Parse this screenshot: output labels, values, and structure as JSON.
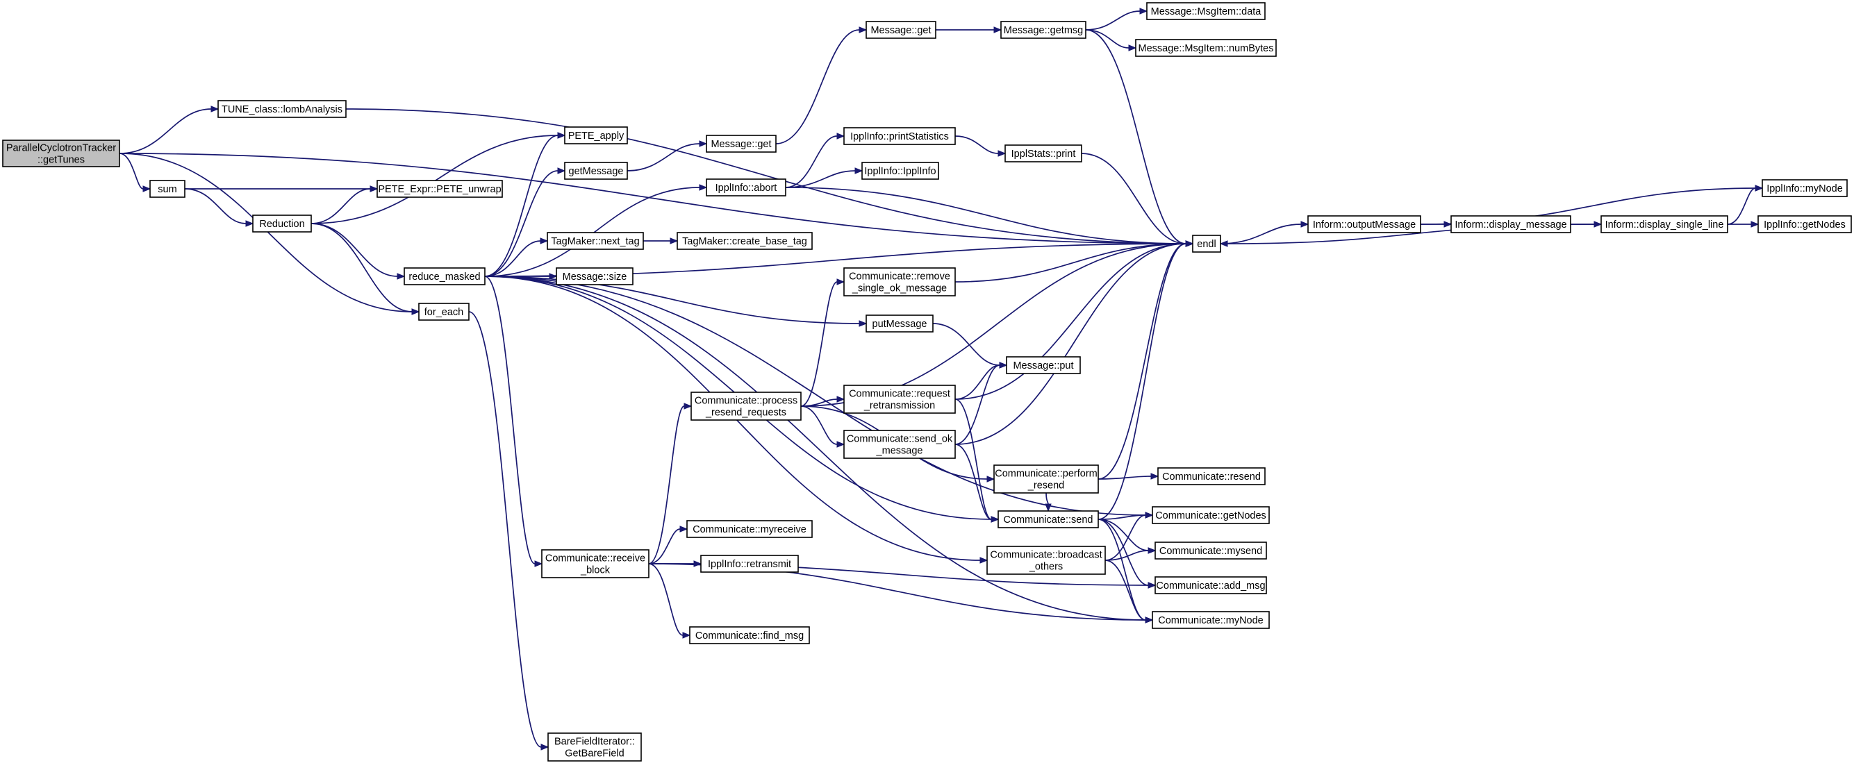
{
  "graph": {
    "colors": {
      "edge": "#191970",
      "node_border": "#000000",
      "root_fill": "#bfbfbf",
      "node_fill": "#ffffff"
    },
    "nodes": [
      {
        "id": "root",
        "lines": [
          "ParallelCyclotronTracker",
          "::getTunes"
        ],
        "root": true
      },
      {
        "id": "tune",
        "lines": [
          "TUNE_class::lombAnalysis"
        ]
      },
      {
        "id": "sum",
        "lines": [
          "sum"
        ]
      },
      {
        "id": "reduction",
        "lines": [
          "Reduction"
        ]
      },
      {
        "id": "foreach",
        "lines": [
          "for_each"
        ]
      },
      {
        "id": "reduce",
        "lines": [
          "reduce_masked"
        ]
      },
      {
        "id": "peteapply",
        "lines": [
          "PETE_apply"
        ]
      },
      {
        "id": "unwrap",
        "lines": [
          "PETE_Expr::PETE_unwrap"
        ]
      },
      {
        "id": "getmessage",
        "lines": [
          "getMessage"
        ]
      },
      {
        "id": "nexttag",
        "lines": [
          "TagMaker::next_tag"
        ]
      },
      {
        "id": "msgsize",
        "lines": [
          "Message::size"
        ]
      },
      {
        "id": "recvblock",
        "lines": [
          "Communicate::receive",
          "_block"
        ]
      },
      {
        "id": "bare",
        "lines": [
          "BareFieldIterator::",
          "GetBareField"
        ]
      },
      {
        "id": "msgget2",
        "lines": [
          "Message::get"
        ]
      },
      {
        "id": "msgget1",
        "lines": [
          "Message::get"
        ]
      },
      {
        "id": "getmsg",
        "lines": [
          "Message::getmsg"
        ]
      },
      {
        "id": "data",
        "lines": [
          "Message::MsgItem::data"
        ]
      },
      {
        "id": "numbytes",
        "lines": [
          "Message::MsgItem::numBytes"
        ]
      },
      {
        "id": "abort",
        "lines": [
          "IpplInfo::abort"
        ]
      },
      {
        "id": "printstats",
        "lines": [
          "IpplInfo::printStatistics"
        ]
      },
      {
        "id": "ipplinfo",
        "lines": [
          "IpplInfo::IpplInfo"
        ]
      },
      {
        "id": "statsprint",
        "lines": [
          "IpplStats::print"
        ]
      },
      {
        "id": "createtag",
        "lines": [
          "TagMaker::create_base_tag"
        ]
      },
      {
        "id": "removeok",
        "lines": [
          "Communicate::remove",
          "_single_ok_message"
        ]
      },
      {
        "id": "putmessage",
        "lines": [
          "putMessage"
        ]
      },
      {
        "id": "msgput",
        "lines": [
          "Message::put"
        ]
      },
      {
        "id": "procresend",
        "lines": [
          "Communicate::process",
          "_resend_requests"
        ]
      },
      {
        "id": "reqretrans",
        "lines": [
          "Communicate::request",
          "_retransmission"
        ]
      },
      {
        "id": "sendok",
        "lines": [
          "Communicate::send_ok",
          "_message"
        ]
      },
      {
        "id": "perfresend",
        "lines": [
          "Communicate::perform",
          "_resend"
        ]
      },
      {
        "id": "send",
        "lines": [
          "Communicate::send"
        ]
      },
      {
        "id": "bcast",
        "lines": [
          "Communicate::broadcast",
          "_others"
        ]
      },
      {
        "id": "myreceive",
        "lines": [
          "Communicate::myreceive"
        ]
      },
      {
        "id": "retransmit",
        "lines": [
          "IpplInfo::retransmit"
        ]
      },
      {
        "id": "findmsg",
        "lines": [
          "Communicate::find_msg"
        ]
      },
      {
        "id": "resend",
        "lines": [
          "Communicate::resend"
        ]
      },
      {
        "id": "cgetnodes",
        "lines": [
          "Communicate::getNodes"
        ]
      },
      {
        "id": "mysend",
        "lines": [
          "Communicate::mysend"
        ]
      },
      {
        "id": "addmsg",
        "lines": [
          "Communicate::add_msg"
        ]
      },
      {
        "id": "cmynode",
        "lines": [
          "Communicate::myNode"
        ]
      },
      {
        "id": "endl",
        "lines": [
          "endl"
        ]
      },
      {
        "id": "outmsg",
        "lines": [
          "Inform::outputMessage"
        ]
      },
      {
        "id": "dispmsg",
        "lines": [
          "Inform::display_message"
        ]
      },
      {
        "id": "displine",
        "lines": [
          "Inform::display_single_line"
        ]
      },
      {
        "id": "imynode",
        "lines": [
          "IpplInfo::myNode"
        ]
      },
      {
        "id": "igetnodes",
        "lines": [
          "IpplInfo::getNodes"
        ]
      }
    ],
    "edges": [
      [
        "root",
        "tune"
      ],
      [
        "root",
        "sum"
      ],
      [
        "root",
        "foreach"
      ],
      [
        "root",
        "endl"
      ],
      [
        "tune",
        "endl"
      ],
      [
        "sum",
        "unwrap"
      ],
      [
        "sum",
        "reduction"
      ],
      [
        "reduction",
        "unwrap"
      ],
      [
        "reduction",
        "peteapply"
      ],
      [
        "reduction",
        "reduce"
      ],
      [
        "reduction",
        "foreach"
      ],
      [
        "reduce",
        "peteapply"
      ],
      [
        "reduce",
        "getmessage"
      ],
      [
        "reduce",
        "abort"
      ],
      [
        "reduce",
        "nexttag"
      ],
      [
        "reduce",
        "msgsize"
      ],
      [
        "reduce",
        "endl"
      ],
      [
        "reduce",
        "putmessage"
      ],
      [
        "reduce",
        "send"
      ],
      [
        "reduce",
        "bcast"
      ],
      [
        "reduce",
        "recvblock"
      ],
      [
        "reduce",
        "cmynode"
      ],
      [
        "reduce",
        "cgetnodes"
      ],
      [
        "foreach",
        "bare"
      ],
      [
        "getmessage",
        "msgget2"
      ],
      [
        "msgget2",
        "msgget1"
      ],
      [
        "msgget1",
        "getmsg"
      ],
      [
        "getmsg",
        "data"
      ],
      [
        "getmsg",
        "numbytes"
      ],
      [
        "getmsg",
        "endl"
      ],
      [
        "abort",
        "printstats"
      ],
      [
        "abort",
        "ipplinfo"
      ],
      [
        "abort",
        "endl"
      ],
      [
        "printstats",
        "statsprint"
      ],
      [
        "statsprint",
        "endl"
      ],
      [
        "nexttag",
        "createtag"
      ],
      [
        "removeok",
        "endl"
      ],
      [
        "putmessage",
        "msgput"
      ],
      [
        "procresend",
        "removeok"
      ],
      [
        "procresend",
        "endl"
      ],
      [
        "procresend",
        "reqretrans"
      ],
      [
        "procresend",
        "sendok"
      ],
      [
        "procresend",
        "perfresend"
      ],
      [
        "reqretrans",
        "msgput"
      ],
      [
        "reqretrans",
        "endl"
      ],
      [
        "reqretrans",
        "send"
      ],
      [
        "sendok",
        "msgput"
      ],
      [
        "sendok",
        "endl"
      ],
      [
        "sendok",
        "send"
      ],
      [
        "perfresend",
        "endl"
      ],
      [
        "perfresend",
        "resend"
      ],
      [
        "perfresend",
        "send"
      ],
      [
        "send",
        "endl"
      ],
      [
        "send",
        "cgetnodes"
      ],
      [
        "send",
        "mysend"
      ],
      [
        "send",
        "addmsg"
      ],
      [
        "send",
        "cmynode"
      ],
      [
        "bcast",
        "cgetnodes"
      ],
      [
        "bcast",
        "mysend"
      ],
      [
        "bcast",
        "cmynode"
      ],
      [
        "recvblock",
        "procresend"
      ],
      [
        "recvblock",
        "myreceive"
      ],
      [
        "recvblock",
        "retransmit"
      ],
      [
        "recvblock",
        "findmsg"
      ],
      [
        "recvblock",
        "addmsg"
      ],
      [
        "recvblock",
        "cmynode"
      ],
      [
        "endl",
        "outmsg"
      ],
      [
        "outmsg",
        "dispmsg"
      ],
      [
        "dispmsg",
        "displine"
      ],
      [
        "displine",
        "imynode"
      ],
      [
        "displine",
        "igetnodes"
      ],
      [
        "displine",
        "endl"
      ],
      [
        "outmsg",
        "imynode"
      ]
    ]
  }
}
